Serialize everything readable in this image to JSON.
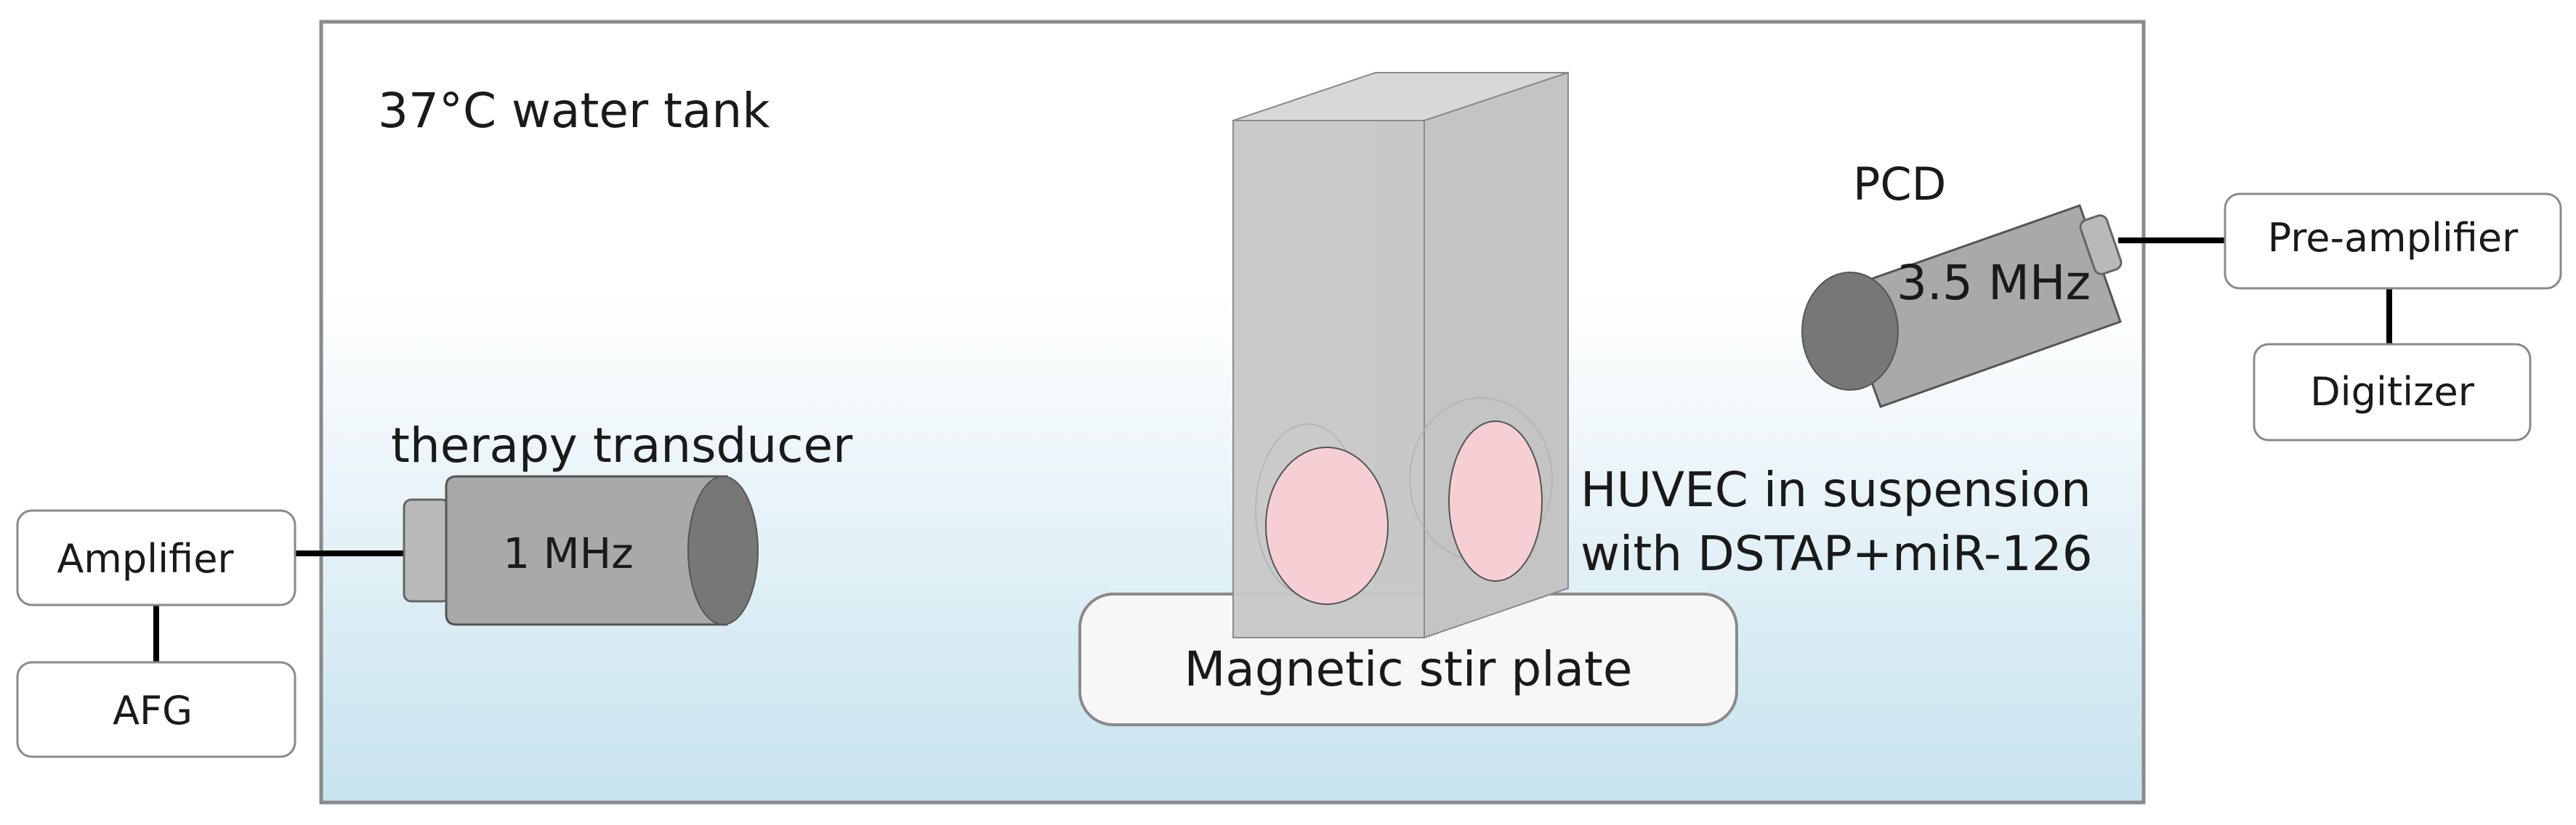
{
  "tank": {
    "label": "37°C water tank"
  },
  "therapy": {
    "label": "therapy transducer",
    "frequency": "1 MHz"
  },
  "pcd": {
    "label": "PCD",
    "frequency": "3.5 MHz"
  },
  "sample": {
    "line1": "HUVEC in suspension",
    "line2": "with DSTAP+miR-126"
  },
  "stir_plate": {
    "label": "Magnetic stir plate"
  },
  "boxes": {
    "amplifier": "Amplifier",
    "afg": "AFG",
    "pre_amplifier": "Pre-amplifier",
    "digitizer": "Digitizer"
  },
  "colors": {
    "tank_border": "#8a8a8a",
    "water_top": "#ffffff",
    "water_bottom": "#c6e3ee",
    "transducer_body": "#a9a9a9",
    "transducer_face": "#777777",
    "cuvette": "#c8c8c8",
    "cell_spot": "#f6cfd4"
  }
}
